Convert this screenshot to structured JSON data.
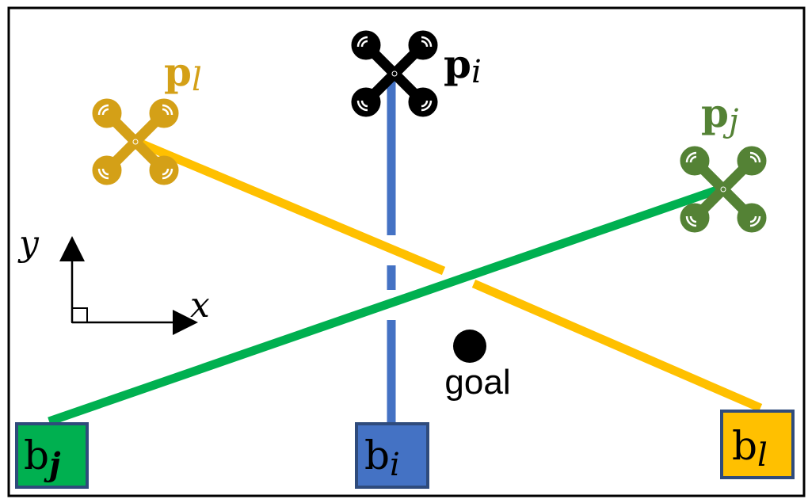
{
  "colors": {
    "frame": "#000000",
    "blue": "#4472c4",
    "orange": "#ffc000",
    "orange_drone": "#d4a017",
    "green": "#00b050",
    "green_drone": "#548235",
    "navy_border": "#2f4b7c",
    "black": "#000000"
  },
  "drones": {
    "l": {
      "label_main": "p",
      "label_sub": "l",
      "color": "#d4a017",
      "icon": "quadcopter-icon"
    },
    "i": {
      "label_main": "p",
      "label_sub": "i",
      "color": "#000000",
      "icon": "quadcopter-icon"
    },
    "j": {
      "label_main": "p",
      "label_sub": "j",
      "color": "#548235",
      "icon": "quadcopter-icon"
    }
  },
  "bases": {
    "j": {
      "label_main": "b",
      "label_sub": "j",
      "fill": "#00b050"
    },
    "i": {
      "label_main": "b",
      "label_sub": "i",
      "fill": "#4472c4"
    },
    "l": {
      "label_main": "b",
      "label_sub": "l",
      "fill": "#ffc000"
    }
  },
  "goal": {
    "label": "goal"
  },
  "axes": {
    "x_label": "x",
    "y_label": "y"
  }
}
